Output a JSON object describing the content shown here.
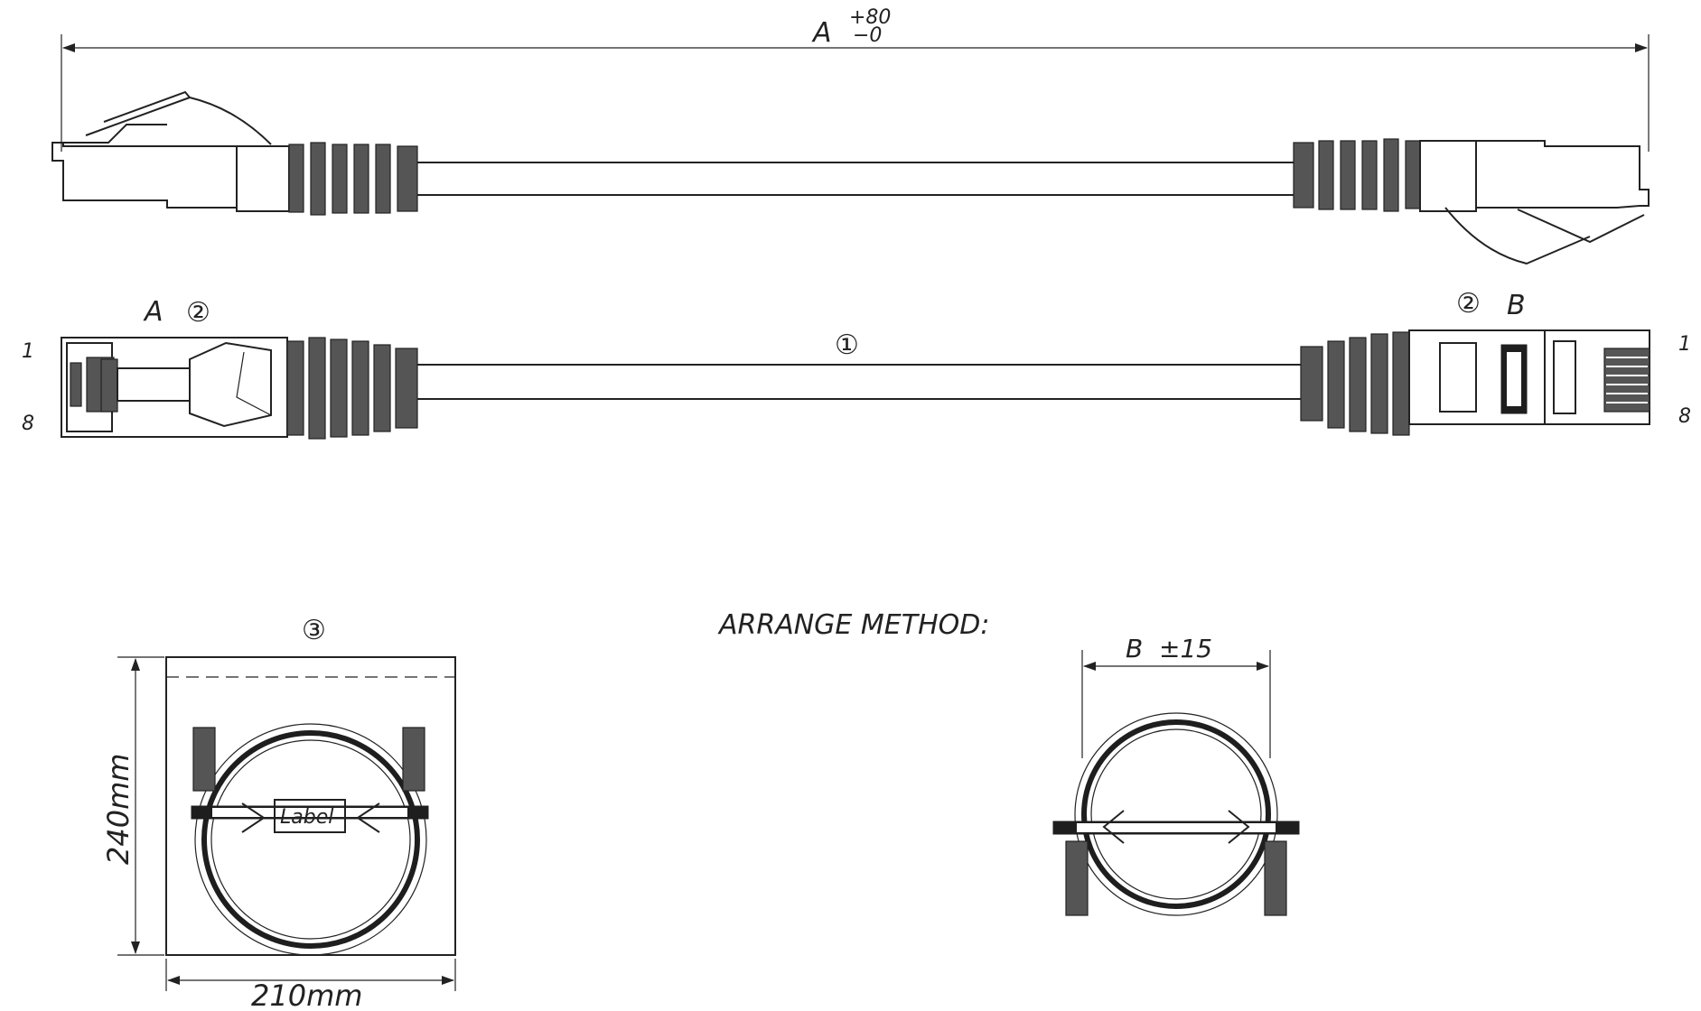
{
  "dimensions": {
    "cable_length_label": "A",
    "tolerance_plus": "+80",
    "tolerance_minus": "−0",
    "bag_width": "210mm",
    "bag_height": "240mm",
    "coil_diameter": "B  ±15"
  },
  "callouts": {
    "cable": "①",
    "connector_a": "②",
    "connector_b": "②",
    "bag": "③"
  },
  "end_labels": {
    "left": "A",
    "right": "B"
  },
  "pins": {
    "left_top": "1",
    "left_bottom": "8",
    "right_top": "1",
    "right_bottom": "8"
  },
  "arrange": {
    "heading": "ARRANGE METHOD:",
    "label_tag": "Label"
  },
  "colors": {
    "ink": "#222222",
    "paper": "#ffffff"
  }
}
